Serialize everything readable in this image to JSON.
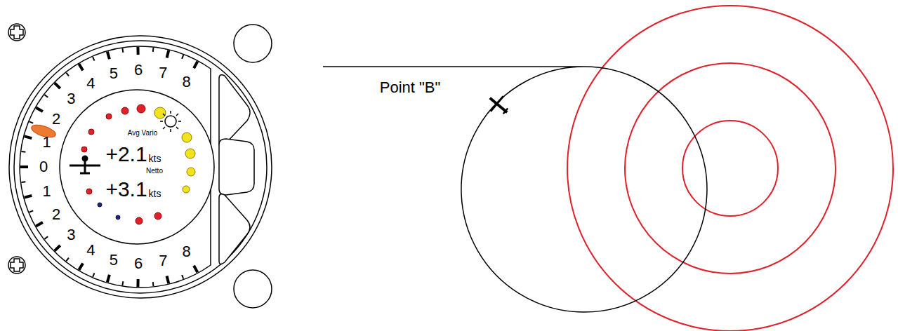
{
  "diagram": {
    "labels": [
      "1",
      "2",
      "3",
      "4",
      "5",
      "6",
      "7",
      "8",
      "0",
      "1",
      "2",
      "3",
      "4",
      "5",
      "6",
      "7",
      "8",
      "Avg Vario",
      "+2.1",
      "kts",
      "Netto",
      "+3.1",
      "kts",
      "Point \"B\""
    ]
  }
}
